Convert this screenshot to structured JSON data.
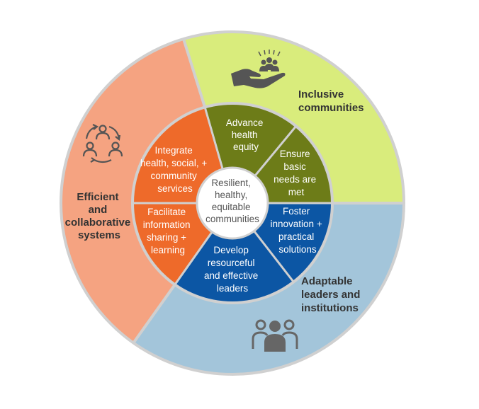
{
  "center": {
    "lines": [
      "Resilient,",
      "healthy,",
      "equitable",
      "communities"
    ]
  },
  "outer_segments": [
    {
      "id": "inclusive",
      "lines": [
        "Inclusive",
        "communities"
      ],
      "color": "#d9ec7c",
      "icon": "hand-holding-people-icon"
    },
    {
      "id": "adaptable",
      "lines": [
        "Adaptable",
        "leaders and",
        "institutions"
      ],
      "color": "#a3c5da",
      "icon": "group-people-icon"
    },
    {
      "id": "efficient",
      "lines": [
        "Efficient",
        "and",
        "collaborative",
        "systems"
      ],
      "color": "#f5a381",
      "icon": "people-cycle-icon"
    }
  ],
  "inner_segments": [
    {
      "id": "advance-health-equity",
      "lines": [
        "Advance",
        "health",
        "equity"
      ],
      "color": "#6d7c18"
    },
    {
      "id": "ensure-basic-needs",
      "lines": [
        "Ensure",
        "basic",
        "needs are",
        "met"
      ],
      "color": "#6d7c18"
    },
    {
      "id": "foster-innovation",
      "lines": [
        "Foster",
        "innovation +",
        "practical",
        "solutions"
      ],
      "color": "#0c56a4"
    },
    {
      "id": "develop-leaders",
      "lines": [
        "Develop",
        "resourceful",
        "and effective",
        "leaders"
      ],
      "color": "#0c56a4"
    },
    {
      "id": "facilitate-information",
      "lines": [
        "Facilitate",
        "information",
        "sharing +",
        "learning"
      ],
      "color": "#ee6a2a"
    },
    {
      "id": "integrate-services",
      "lines": [
        "Integrate",
        "health, social, +",
        "community",
        "services"
      ],
      "color": "#ee6a2a"
    }
  ],
  "colors": {
    "divider": "#d0d0d0",
    "outer_text": "#333333",
    "icon_gray": "#666666",
    "icon_outline": "#555555"
  }
}
